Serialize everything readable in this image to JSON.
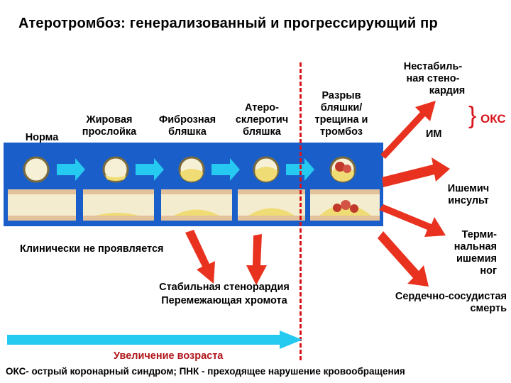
{
  "title": "Атеротромбоз: генерализованный и прогрессирующий пр",
  "stages": [
    {
      "lines": [
        "Норма"
      ]
    },
    {
      "lines": [
        "Жировая",
        "прослойка"
      ]
    },
    {
      "lines": [
        "Фиброзная",
        "бляшка"
      ]
    },
    {
      "lines": [
        "Атеро-",
        "склеротич",
        "бляшка"
      ]
    },
    {
      "lines": [
        "Разрыв",
        "бляшки/",
        "трещина и",
        "тромбоз"
      ]
    }
  ],
  "outcomes": {
    "unstable": [
      "Нестабиль-",
      "ная стено-",
      "кардия"
    ],
    "mi": "ИМ",
    "oks": "ОКС",
    "stroke": [
      "Ишемич",
      "инсульт"
    ],
    "terminal": [
      "Терми-",
      "нальная",
      "ишемия",
      "ног"
    ],
    "cv_death": [
      "Сердечно-сосудистая",
      "смерть"
    ]
  },
  "clinical": "Клинически не проявляется",
  "stable": [
    "Стабильная стенорардия",
    "Перемежающая хромота"
  ],
  "age": "Увеличение возраста",
  "footnote": "ОКС- острый коронарный синдром; ПНК - преходящее нарушение кровообращения",
  "colors": {
    "red": "#d8141a",
    "blue": "#1a5fc9",
    "cyan": "#26c9ef",
    "plaque": "#f0dc74",
    "thrombus": "#c0392b"
  }
}
